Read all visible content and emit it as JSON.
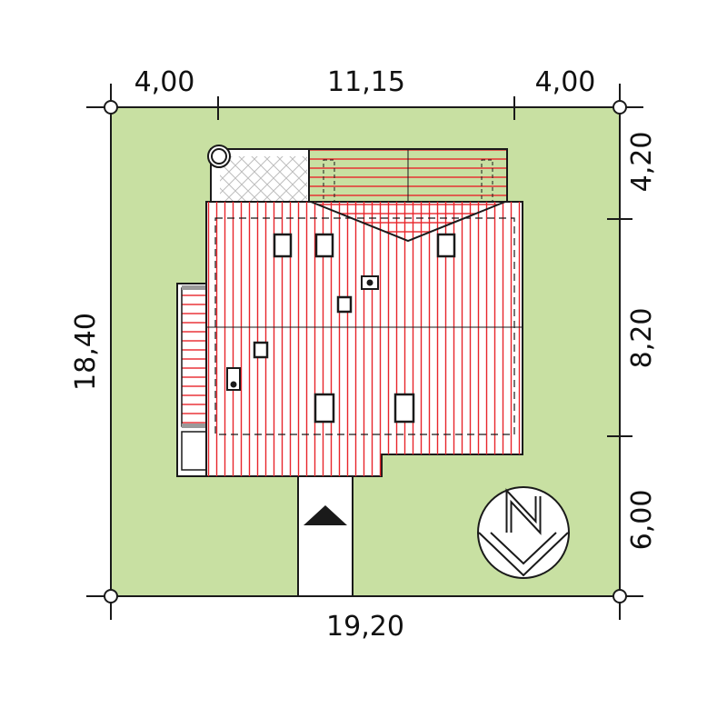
{
  "dimensions": {
    "top": [
      "4,00",
      "11,15",
      "4,00"
    ],
    "bottom": "19,20",
    "left": "18,40",
    "right": [
      "4,20",
      "8,20",
      "6,00"
    ]
  },
  "colors": {
    "plot": "#c8e0a2",
    "roof_lines": "#e8252b",
    "outline": "#1a1a1a",
    "terrace_hatch": "#bdbdbd",
    "white": "#ffffff"
  },
  "icons": {
    "compass": "north-arrow-icon",
    "entrance": "entrance-arrow-icon"
  },
  "compass": {
    "label": "N"
  }
}
